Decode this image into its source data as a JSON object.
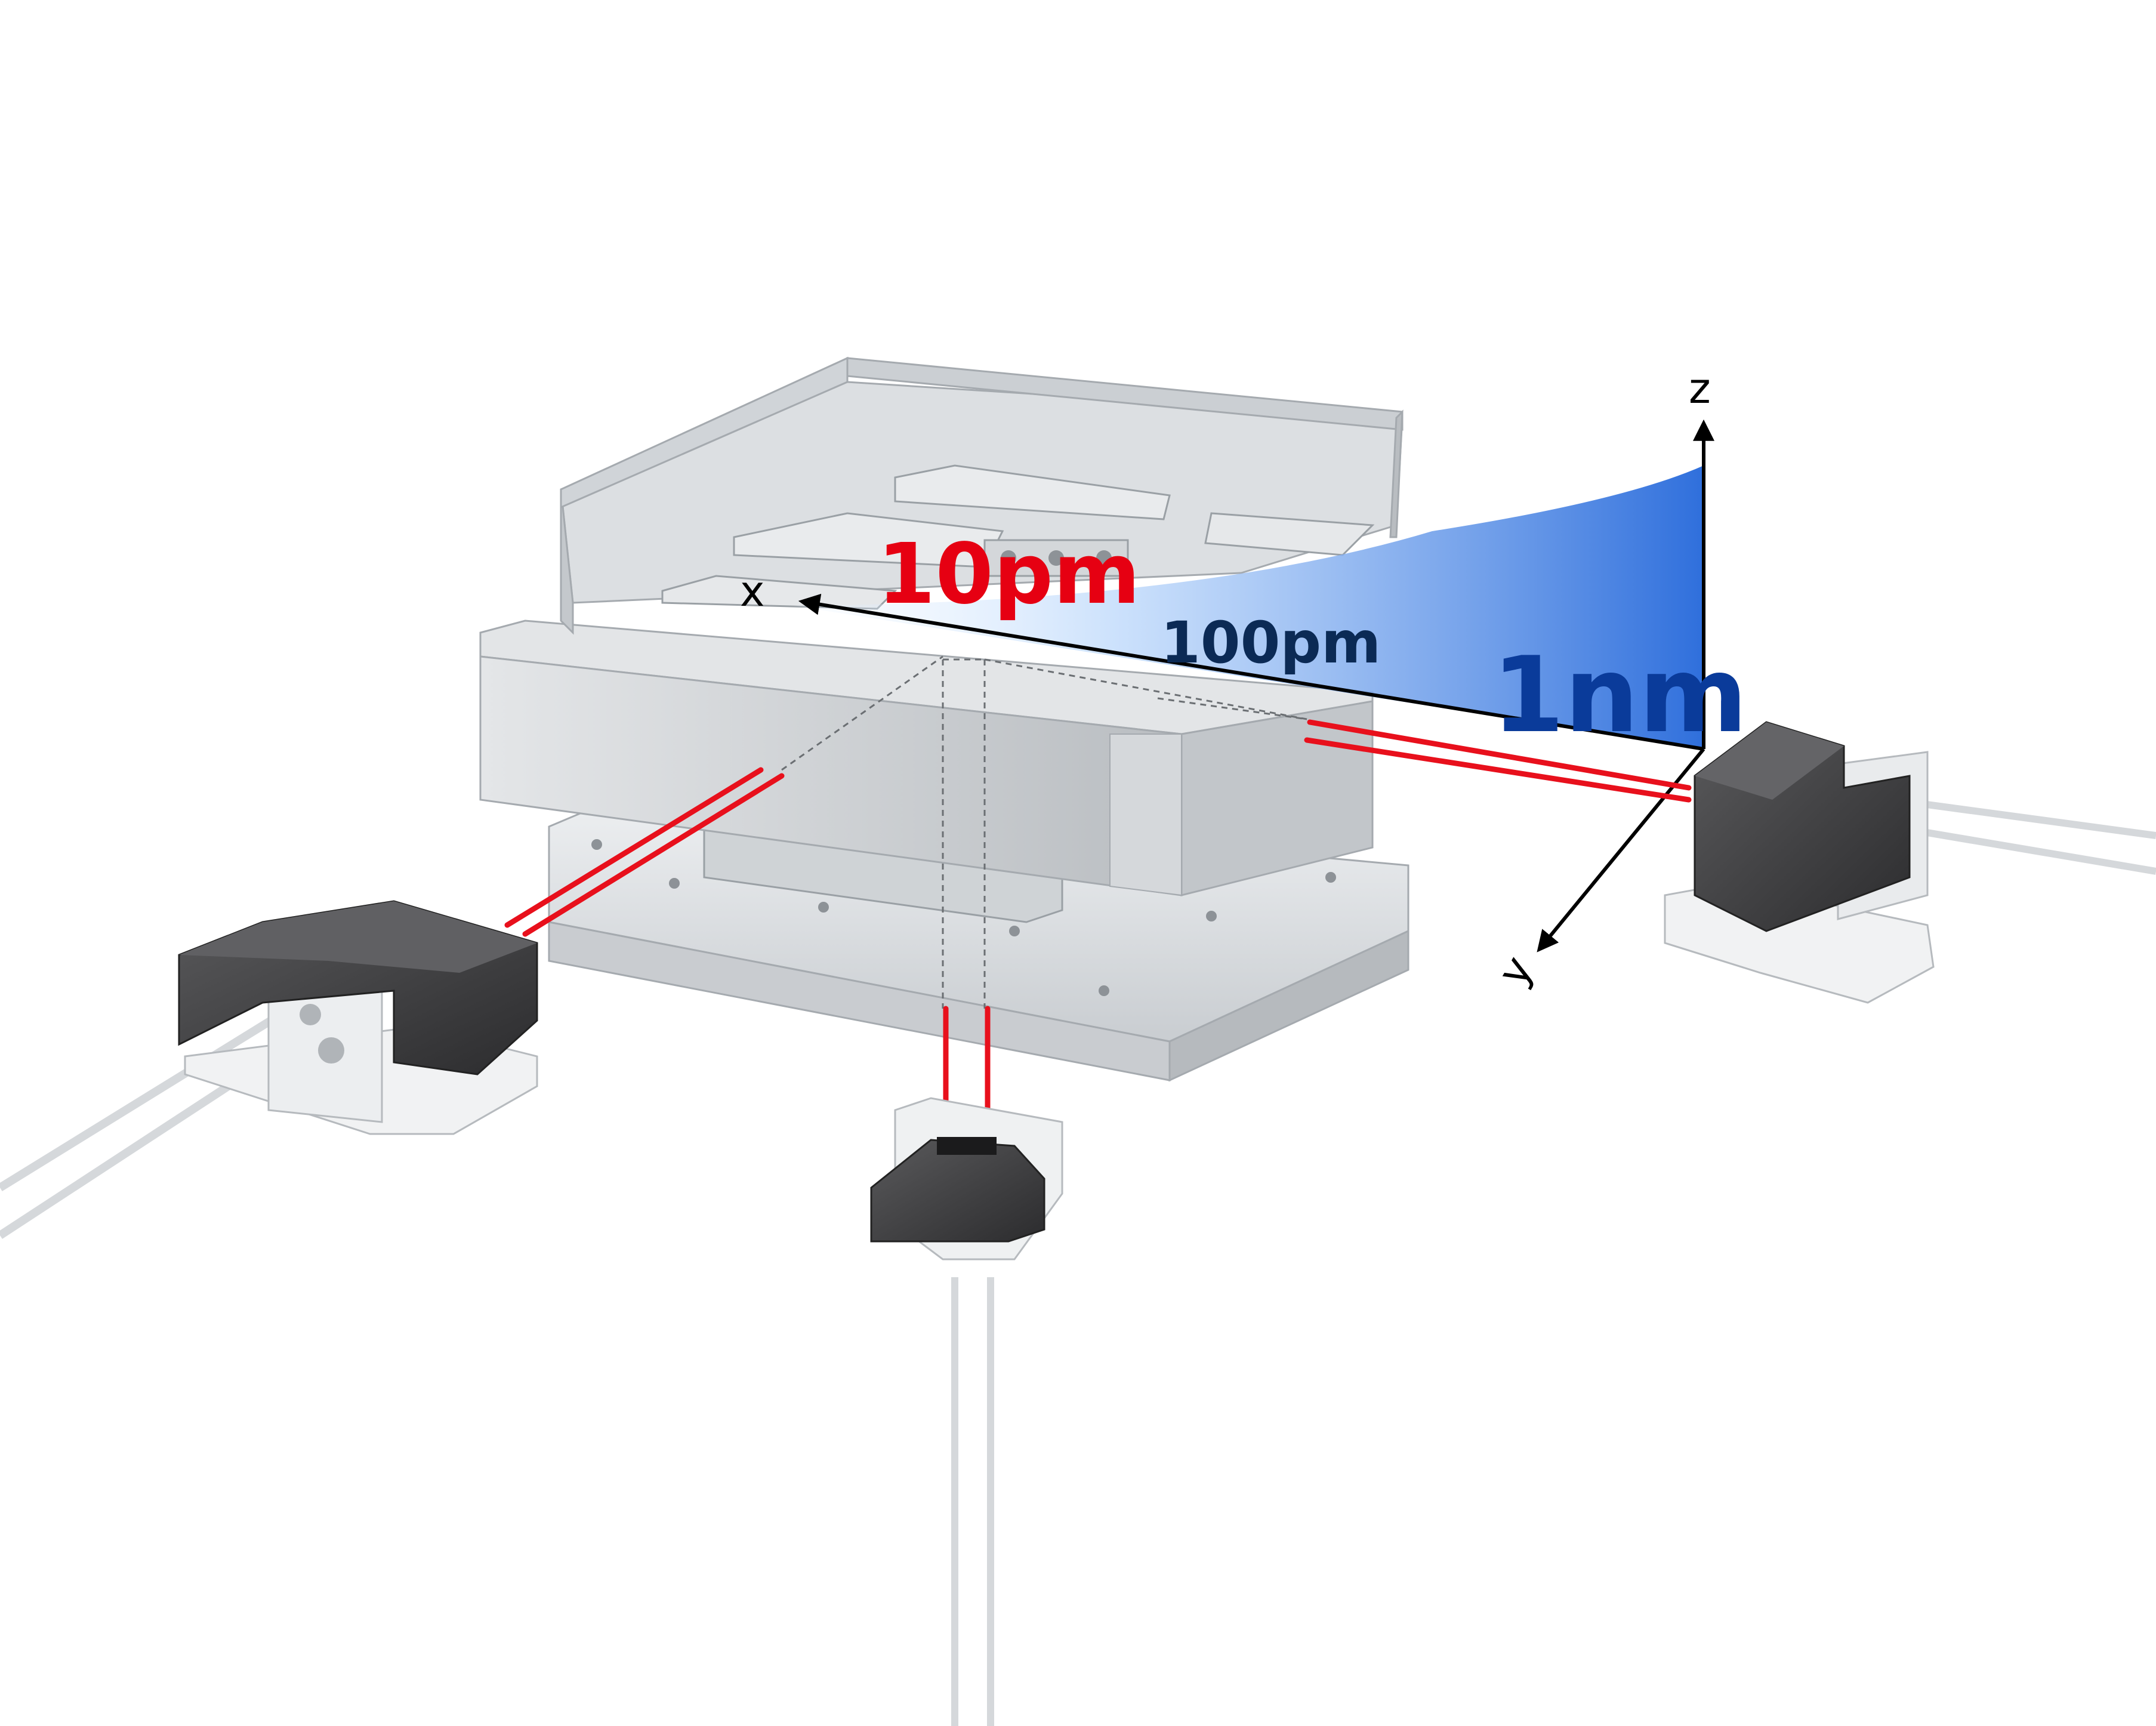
{
  "axes": {
    "x_label": "x",
    "y_label": "y",
    "z_label": "z"
  },
  "resolution_labels": {
    "fine": "10pm",
    "medium": "100pm",
    "coarse": "1nm"
  },
  "colors": {
    "fine_label": "#e60012",
    "medium_label": "#0b2a55",
    "coarse_label": "#0a3b9a",
    "laser_beam": "#e8101c",
    "gradient_start": "#dbeeff",
    "gradient_end": "#2f6fdc",
    "sensor_body": "#4a4a4c",
    "stage_metal": "#d9dcdf"
  },
  "icons": {
    "left_sensor": "laser-sensor-icon",
    "bottom_sensor": "laser-sensor-icon",
    "right_sensor": "laser-sensor-icon",
    "stage": "positioning-stage-icon"
  }
}
